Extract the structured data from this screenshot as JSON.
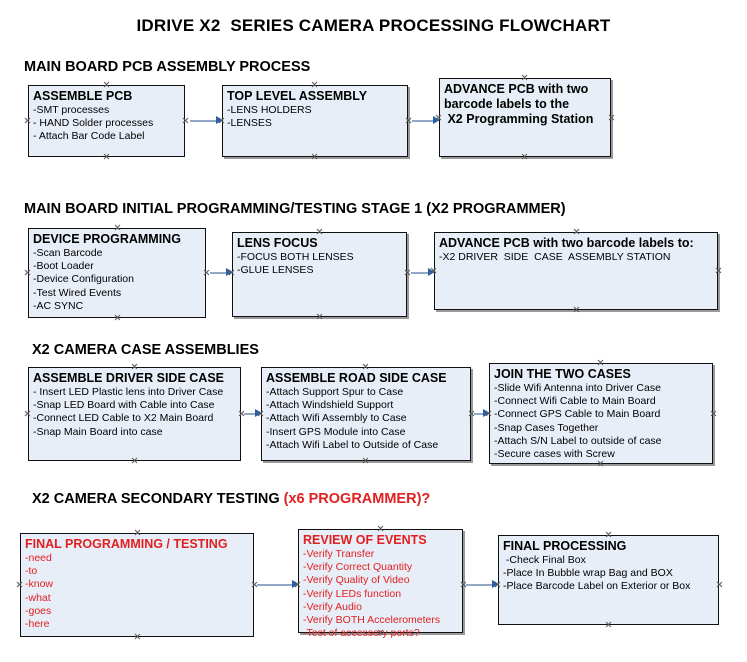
{
  "document": {
    "title": "IDRIVE X2  SERIES CAMERA PROCESSING FLOWCHART"
  },
  "accent_color": "#e02020",
  "node_fill": "#e8eef8",
  "connector_color": "#8fa9c6",
  "sections": [
    {
      "id": "main-board-pcb-assembly",
      "heading": "MAIN BOARD PCB ASSEMBLY PROCESS",
      "heading_accent": "",
      "nodes": [
        {
          "id": "assemble-pcb",
          "title": "ASSEMBLE PCB",
          "lines": [
            "-SMT processes",
            "- HAND Solder processes",
            "- Attach Bar Code Label"
          ]
        },
        {
          "id": "top-level-assembly",
          "title": "TOP LEVEL ASSEMBLY",
          "lines": [
            "-LENS HOLDERS",
            "-LENSES"
          ]
        },
        {
          "id": "advance-pcb-programming-station",
          "title": "ADVANCE PCB with two",
          "lines": [
            "barcode labels to the",
            " X2 Programming Station"
          ]
        }
      ]
    },
    {
      "id": "main-board-initial-programming",
      "heading": "MAIN BOARD INITIAL PROGRAMMING/TESTING STAGE 1 (X2 PROGRAMMER)",
      "heading_accent": "",
      "nodes": [
        {
          "id": "device-programming",
          "title": "DEVICE PROGRAMMING",
          "lines": [
            "-Scan Barcode",
            "-Boot Loader",
            "-Device Configuration",
            "-Test Wired Events",
            "-AC SYNC"
          ]
        },
        {
          "id": "lens-focus",
          "title": "LENS FOCUS",
          "lines": [
            "-FOCUS BOTH LENSES",
            "-GLUE LENSES"
          ]
        },
        {
          "id": "advance-pcb-driver-side-case",
          "title": "ADVANCE PCB with two barcode labels to:",
          "lines": [
            "-X2 DRIVER  SIDE  CASE  ASSEMBLY STATION"
          ]
        }
      ]
    },
    {
      "id": "x2-camera-case-assemblies",
      "heading": "X2 CAMERA CASE ASSEMBLIES",
      "heading_accent": "",
      "nodes": [
        {
          "id": "assemble-driver-side-case",
          "title": "ASSEMBLE DRIVER SIDE CASE",
          "lines": [
            "- Insert LED Plastic lens into Driver Case",
            "-Snap LED Board with Cable into Case",
            "-Connect LED Cable to X2 Main Board",
            "-Snap Main Board into case"
          ]
        },
        {
          "id": "assemble-road-side-case",
          "title": "ASSEMBLE ROAD SIDE CASE",
          "lines": [
            "-Attach Support Spur to Case",
            "-Attach Windshield Support",
            "-Attach Wifi Assembly to Case",
            "-Insert GPS Module into Case",
            "-Attach Wifi Label to Outside of Case"
          ]
        },
        {
          "id": "join-the-two-cases",
          "title": "JOIN THE TWO CASES",
          "lines": [
            "-Slide Wifi Antenna into Driver Case",
            "-Connect Wifi Cable to Main Board",
            "-Connect GPS Cable to Main Board",
            "-Snap Cases Together",
            "-Attach S/N Label to outside of case",
            "-Secure cases with Screw"
          ]
        }
      ]
    },
    {
      "id": "x2-camera-secondary-testing",
      "heading": "X2 CAMERA SECONDARY TESTING ",
      "heading_accent": "(x6 PROGRAMMER)?",
      "nodes": [
        {
          "id": "final-programming-testing",
          "title": "FINAL PROGRAMMING / TESTING",
          "lines": [
            "-need",
            "-to",
            "-know",
            "-what",
            "-goes",
            "-here"
          ]
        },
        {
          "id": "review-of-events",
          "title": "REVIEW OF EVENTS",
          "lines": [
            "-Verify Transfer",
            "-Verify Correct Quantity",
            "-Verify Quality of Video",
            "-Verify LEDs function",
            "-Verify Audio",
            "-Verify BOTH Accelerometers",
            "-Test of accessory ports?"
          ]
        },
        {
          "id": "final-processing",
          "title": "FINAL PROCESSING",
          "lines": [
            " -Check Final Box",
            "-Place In Bubble wrap Bag and BOX",
            "-Place Barcode Label on Exterior or Box"
          ]
        }
      ]
    }
  ]
}
